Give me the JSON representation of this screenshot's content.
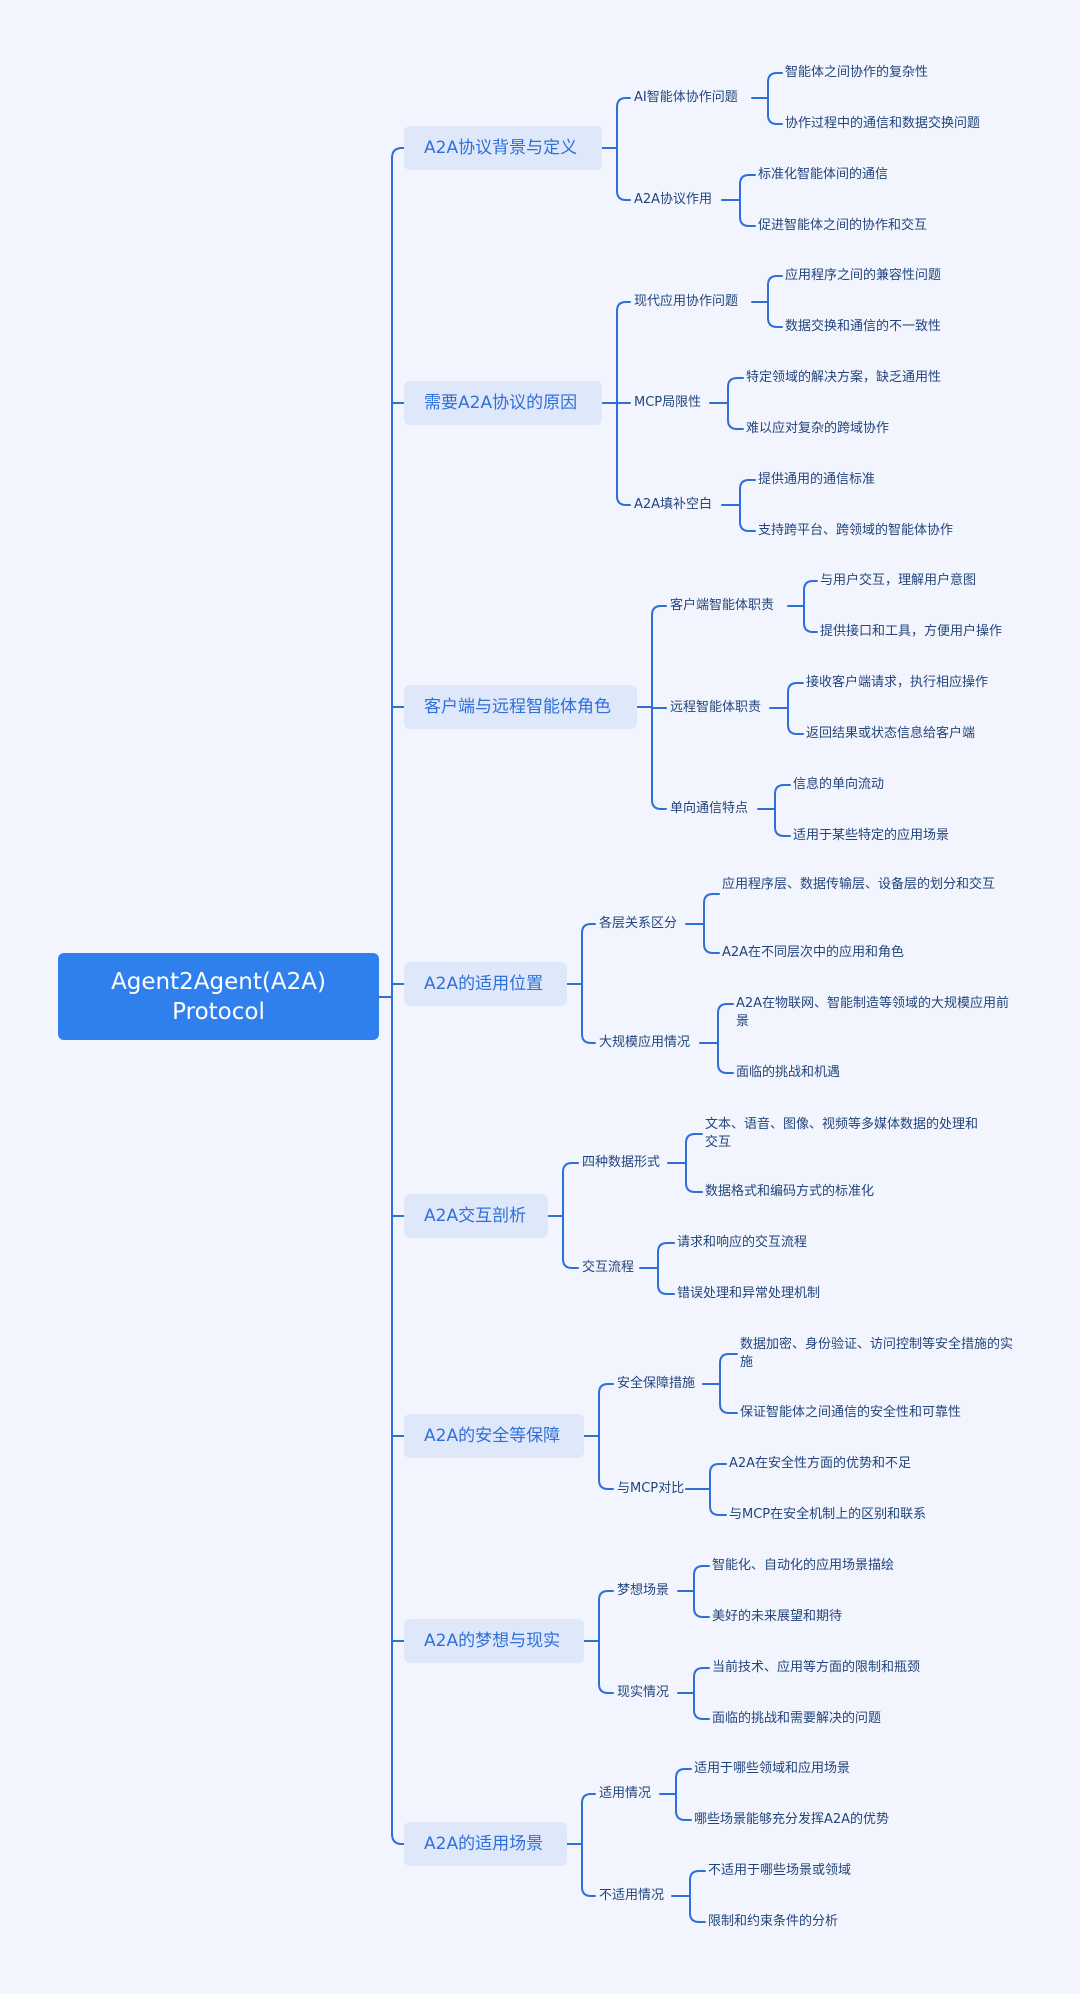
{
  "root": "Agent2Agent(A2A) Protocol",
  "topics": [
    {
      "label": "A2A协议背景与定义",
      "children": [
        {
          "label": "AI智能体协作问题",
          "children": [
            "智能体之间协作的复杂性",
            "协作过程中的通信和数据交换问题"
          ]
        },
        {
          "label": "A2A协议作用",
          "children": [
            "标准化智能体间的通信",
            "促进智能体之间的协作和交互"
          ]
        }
      ]
    },
    {
      "label": "需要A2A协议的原因",
      "children": [
        {
          "label": "现代应用协作问题",
          "children": [
            "应用程序之间的兼容性问题",
            "数据交换和通信的不一致性"
          ]
        },
        {
          "label": "MCP局限性",
          "children": [
            "特定领域的解决方案，缺乏通用性",
            "难以应对复杂的跨域协作"
          ]
        },
        {
          "label": "A2A填补空白",
          "children": [
            "提供通用的通信标准",
            "支持跨平台、跨领域的智能体协作"
          ]
        }
      ]
    },
    {
      "label": "客户端与远程智能体角色",
      "children": [
        {
          "label": "客户端智能体职责",
          "children": [
            "与用户交互，理解用户意图",
            "提供接口和工具，方便用户操作"
          ]
        },
        {
          "label": "远程智能体职责",
          "children": [
            "接收客户端请求，执行相应操作",
            "返回结果或状态信息给客户端"
          ]
        },
        {
          "label": "单向通信特点",
          "children": [
            "信息的单向流动",
            "适用于某些特定的应用场景"
          ]
        }
      ]
    },
    {
      "label": "A2A的适用位置",
      "children": [
        {
          "label": "各层关系区分",
          "children": [
            "应用程序层、数据传输层、设备层的划分和交互",
            "A2A在不同层次中的应用和角色"
          ]
        },
        {
          "label": "大规模应用情况",
          "children": [
            "A2A在物联网、智能制造等领域的大规模应用前景",
            "面临的挑战和机遇"
          ]
        }
      ]
    },
    {
      "label": "A2A交互剖析",
      "children": [
        {
          "label": "四种数据形式",
          "children": [
            "文本、语音、图像、视频等多媒体数据的处理和交互",
            "数据格式和编码方式的标准化"
          ]
        },
        {
          "label": "交互流程",
          "children": [
            "请求和响应的交互流程",
            "错误处理和异常处理机制"
          ]
        }
      ]
    },
    {
      "label": "A2A的安全等保障",
      "children": [
        {
          "label": "安全保障措施",
          "children": [
            "数据加密、身份验证、访问控制等安全措施的实施",
            "保证智能体之间通信的安全性和可靠性"
          ]
        },
        {
          "label": "与MCP对比",
          "children": [
            "A2A在安全性方面的优势和不足",
            "与MCP在安全机制上的区别和联系"
          ]
        }
      ]
    },
    {
      "label": "A2A的梦想与现实",
      "children": [
        {
          "label": "梦想场景",
          "children": [
            "智能化、自动化的应用场景描绘",
            "美好的未来展望和期待"
          ]
        },
        {
          "label": "现实情况",
          "children": [
            "当前技术、应用等方面的限制和瓶颈",
            "面临的挑战和需要解决的问题"
          ]
        }
      ]
    },
    {
      "label": "A2A的适用场景",
      "children": [
        {
          "label": "适用情况",
          "children": [
            "适用于哪些领域和应用场景",
            "哪些场景能够充分发挥A2A的优势"
          ]
        },
        {
          "label": "不适用情况",
          "children": [
            "不适用于哪些场景或领域",
            "限制和约束条件的分析"
          ]
        }
      ]
    }
  ],
  "colors": {
    "line": "#2f6fd8",
    "root_bg": "#2f80ed",
    "main_bg": "#dfe8fb",
    "background": "#f2f5fd"
  }
}
